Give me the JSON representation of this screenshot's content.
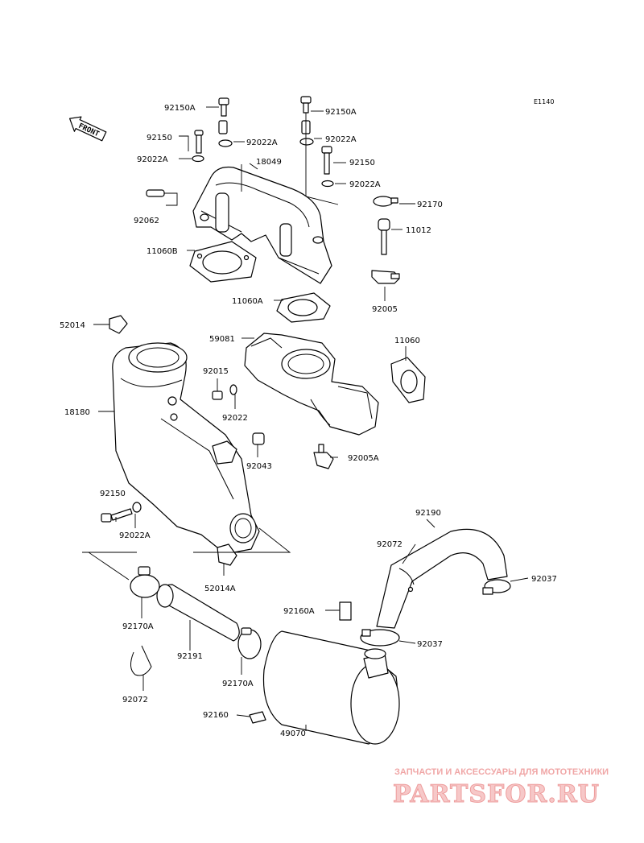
{
  "diagram": {
    "code": "E1140",
    "front_label": "FRONT",
    "labels": {
      "p92150A_top_left": "92150A",
      "p92150A_top_right": "92150A",
      "p92150_left": "92150",
      "p92022A_mid": "92022A",
      "p92022A_left": "92022A",
      "p18049": "18049",
      "p92022A_right_top": "92022A",
      "p92150_right": "92150",
      "p92022A_right": "92022A",
      "p92170_top": "92170",
      "p92062": "92062",
      "p11012": "11012",
      "p11060B": "11060B",
      "p92005": "92005",
      "p11060A": "11060A",
      "p52014": "52014",
      "p59081": "59081",
      "p11060": "11060",
      "p92015": "92015",
      "p18180": "18180",
      "p92022": "92022",
      "p92043": "92043",
      "p92005A": "92005A",
      "p92150_lower": "92150",
      "p92022A_lower": "92022A",
      "p92190": "92190",
      "p92072_upper": "92072",
      "p52014A": "52014A",
      "p92037_right": "92037",
      "p92160A": "92160A",
      "p92170A_left": "92170A",
      "p92037_mid": "92037",
      "p92191": "92191",
      "p92072_lower": "92072",
      "p92170A_mid": "92170A",
      "p92160": "92160",
      "p49070": "49070"
    }
  },
  "watermark": {
    "tagline": "ЗАПЧАСТИ И АКСЕССУАРЫ ДЛЯ МОТОТЕХНИКИ",
    "logo_text": "PARTSFOR.RU",
    "colors": {
      "fill": "#f6c8c8",
      "stroke": "#ee9d9d",
      "tagline": "#f0a6a6"
    }
  }
}
